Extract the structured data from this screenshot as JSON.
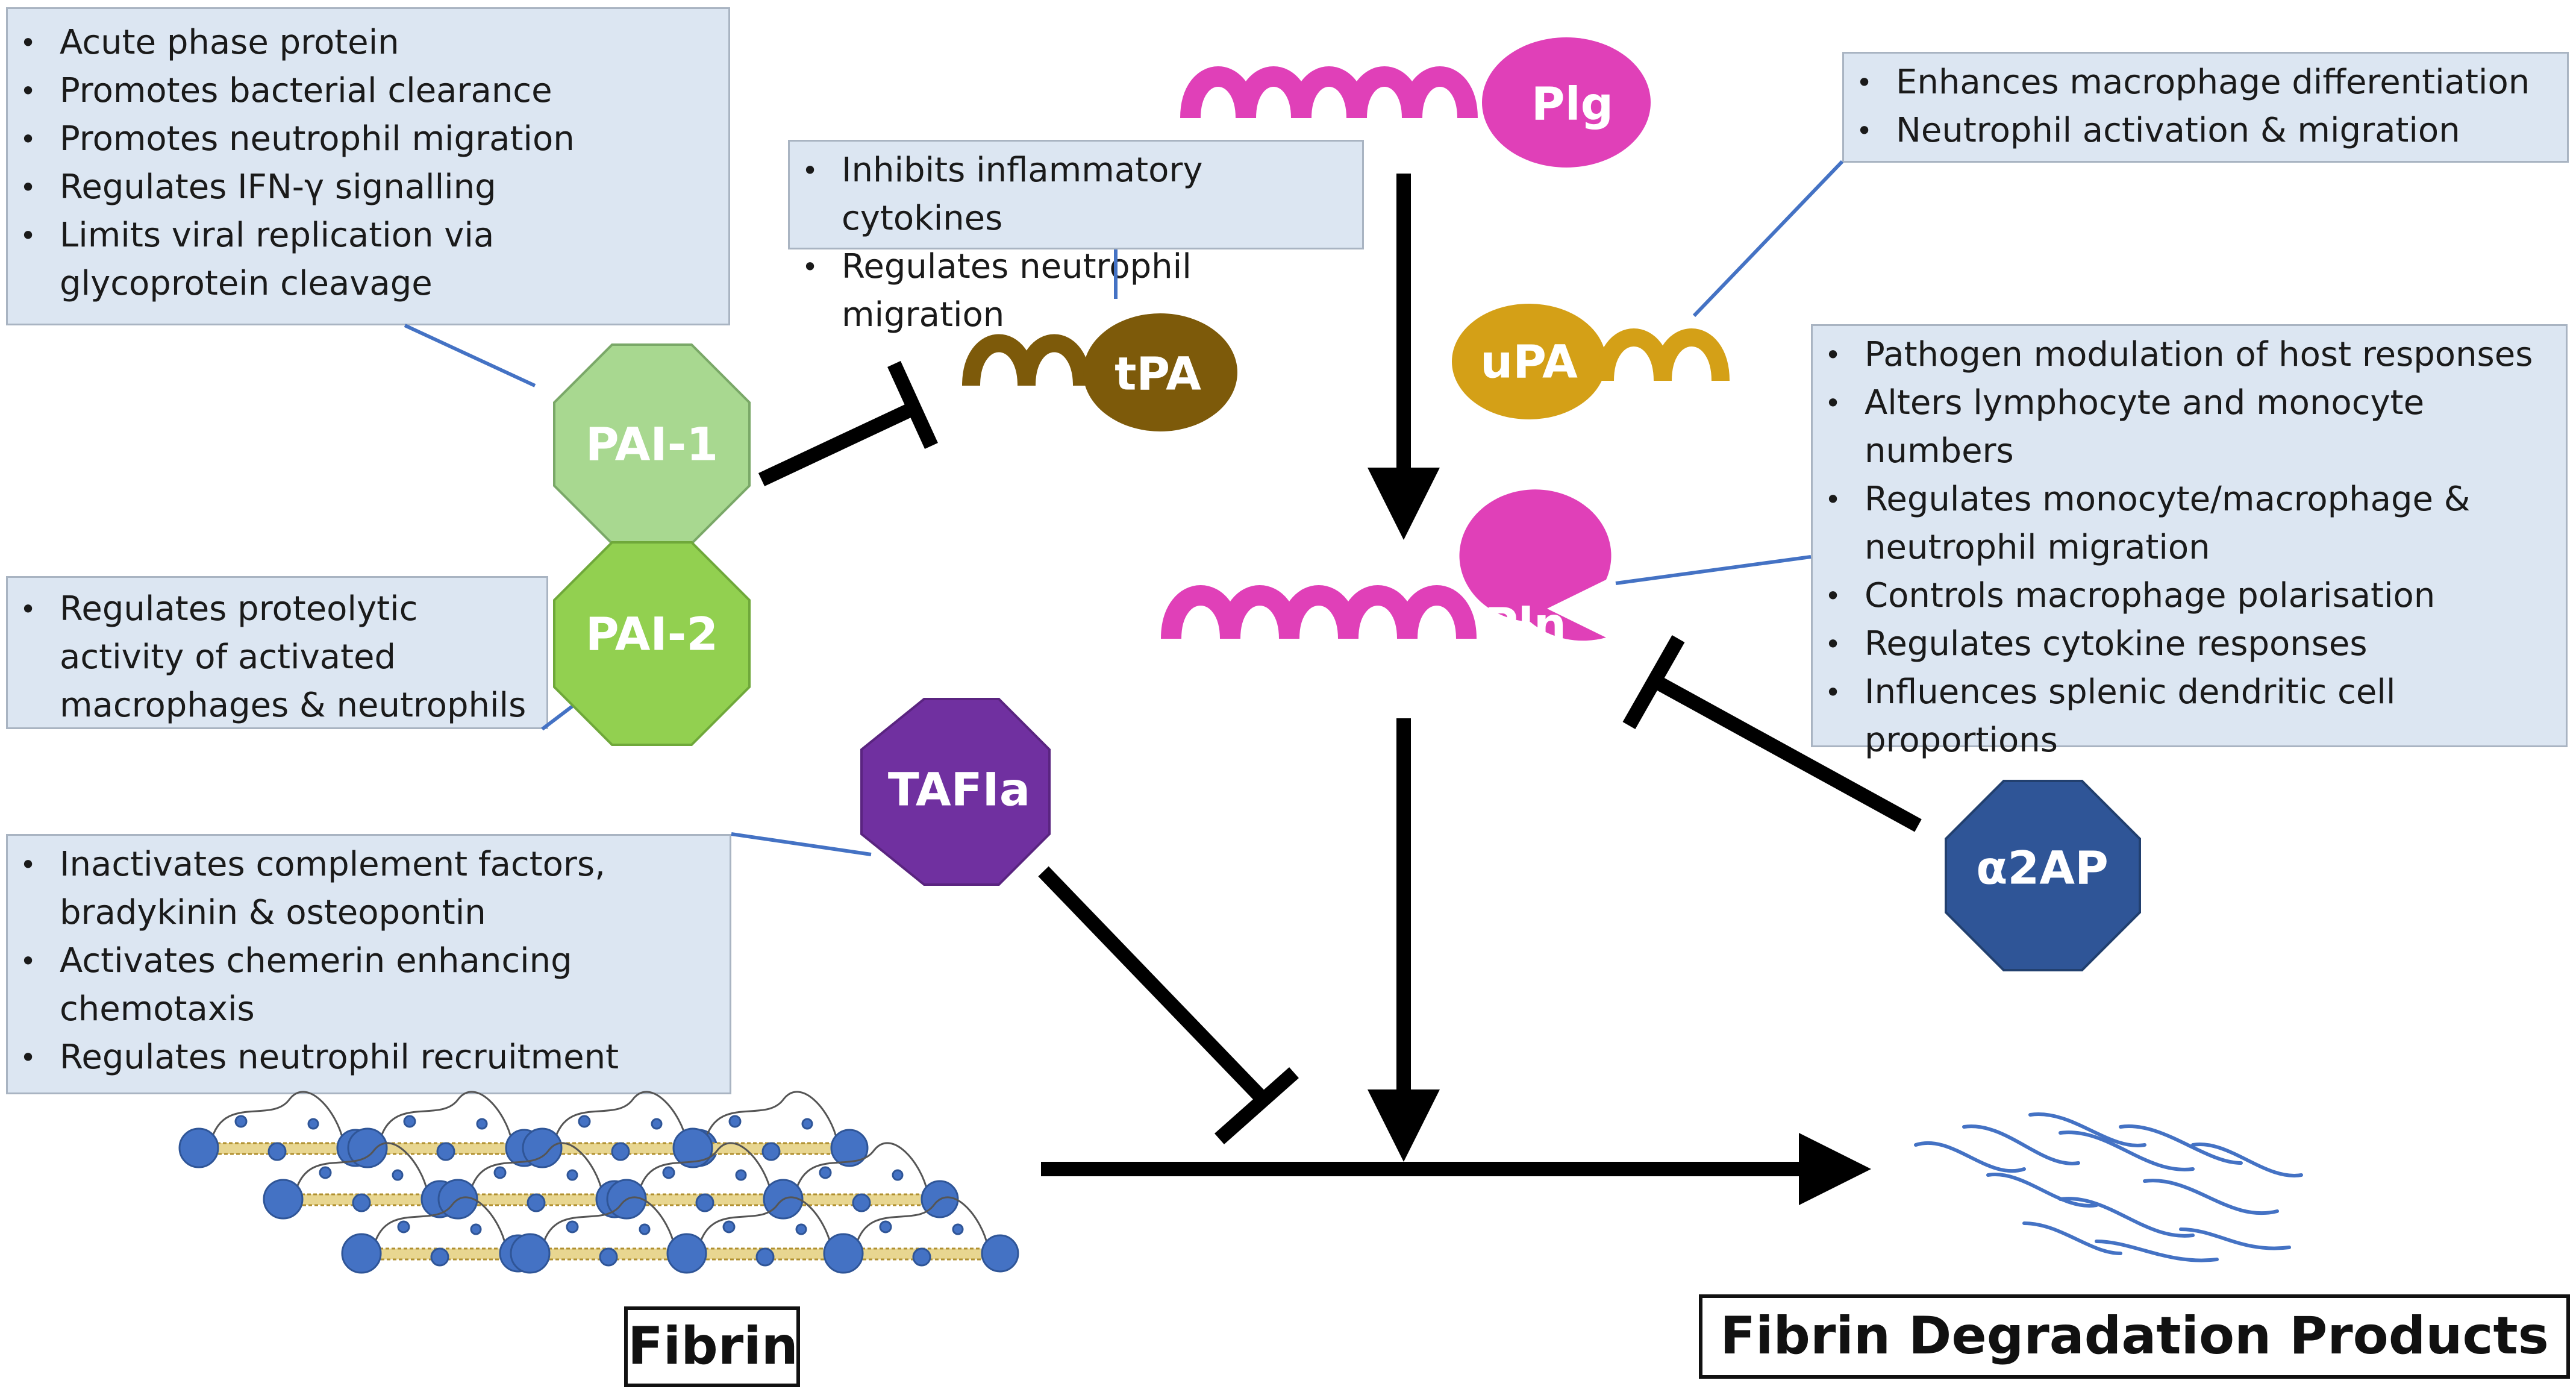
{
  "colors": {
    "box_fill": "#dce6f2",
    "plasminogen": "#e040b8",
    "tpa": "#7d5a0a",
    "upa": "#d4a017",
    "pai1": "#a8d890",
    "pai2": "#92d050",
    "tafia": "#7030a0",
    "a2ap": "#2f5597",
    "connector": "#4472c4",
    "fibrin_node": "#4472c4",
    "fibrin_link": "#e0b020"
  },
  "nodes": {
    "plg": "Plg",
    "tpa": "tPA",
    "upa": "uPA",
    "pln": "Pln",
    "pai1": "PAI-1",
    "pai2": "PAI-2",
    "tafia": "TAFIa",
    "a2ap": "α2AP"
  },
  "boxes": {
    "pai1": [
      "Acute phase protein",
      "Promotes bacterial clearance",
      "Promotes neutrophil migration",
      "Regulates IFN-γ signalling",
      "Limits viral replication via glycoprotein cleavage"
    ],
    "tpa": [
      "Inhibits inflammatory cytokines",
      "Regulates neutrophil migration"
    ],
    "upa": [
      "Enhances macrophage differentiation",
      "Neutrophil activation & migration"
    ],
    "pln": [
      "Pathogen modulation of host responses",
      "Alters lymphocyte and monocyte numbers",
      "Regulates monocyte/macrophage & neutrophil migration",
      "Controls macrophage polarisation",
      "Regulates cytokine responses",
      "Influences splenic dendritic cell proportions"
    ],
    "pai2": [
      "Regulates proteolytic activity of activated macrophages & neutrophils"
    ],
    "tafia": [
      "Inactivates complement factors, bradykinin & osteopontin",
      "Activates chemerin enhancing chemotaxis",
      "Regulates neutrophil recruitment"
    ]
  },
  "labels": {
    "fibrin": "Fibrin",
    "products": "Fibrin Degradation Products"
  }
}
